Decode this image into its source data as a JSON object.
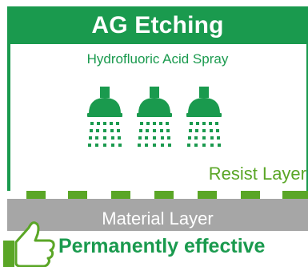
{
  "title": "AG Etching",
  "subtitle": "Hydrofluoric Acid Spray",
  "resist_label": "Resist Layer",
  "material_label": "Material Layer",
  "bottom_text": "Permanently effective",
  "icons": [
    "spray-nozzle-icon",
    "spray-nozzle-icon",
    "spray-nozzle-icon",
    "thumbs-up-icon"
  ],
  "colors": {
    "brand_green": "#1a9a4e",
    "resist_green": "#5aa626",
    "material_gray": "#a6a6a6"
  }
}
